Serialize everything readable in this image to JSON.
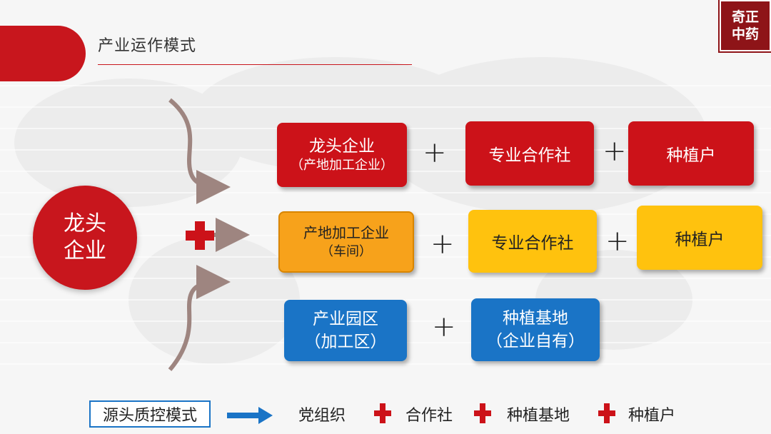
{
  "title": "产业运作模式",
  "logo": {
    "line1": "奇正",
    "line2": "中药"
  },
  "circle": {
    "line1": "龙头",
    "line2": "企业"
  },
  "row1": {
    "box1": {
      "line1": "龙头企业",
      "line2": "（产地加工企业）"
    },
    "plus": "+",
    "box2": "专业合作社",
    "box3": "种植户"
  },
  "row2": {
    "box1": {
      "line1": "产地加工企业",
      "line2": "（车间）"
    },
    "plus": "+",
    "box2": "专业合作社",
    "box3": "种植户"
  },
  "row3": {
    "box1": {
      "line1": "产业园区",
      "line2": "（加工区）"
    },
    "plus": "+",
    "box2": {
      "line1": "种植基地",
      "line2": "（企业自有）"
    }
  },
  "bottom": {
    "label": "源头质控模式",
    "items": [
      "党组织",
      "合作社",
      "种植基地",
      "种植户"
    ]
  },
  "colors": {
    "red": "#cc1219",
    "yellow": "#ffc20e",
    "orange": "#f7a21b",
    "blue": "#1a74c6",
    "arrow": "#9e8580"
  }
}
